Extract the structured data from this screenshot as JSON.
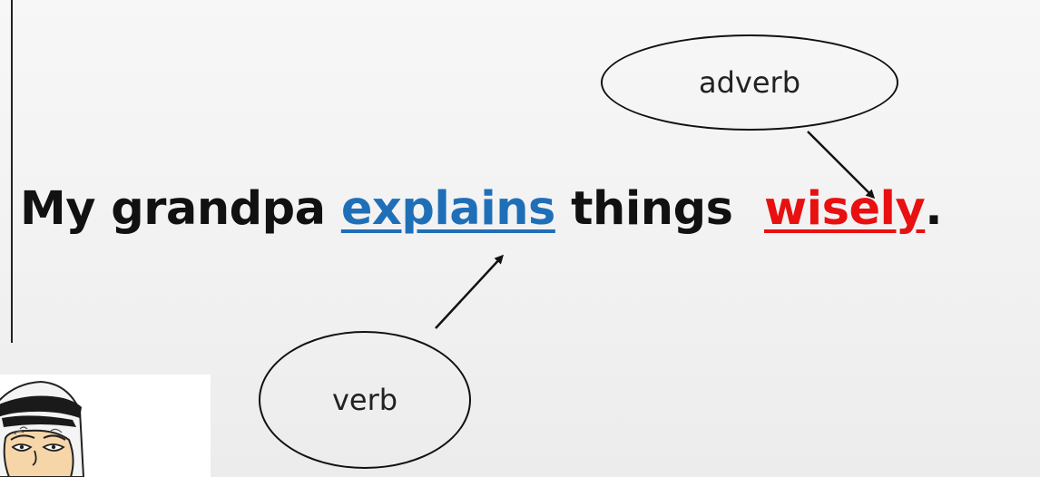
{
  "sentence": {
    "w1": "My grandpa",
    "verb": "explains",
    "w3": "things",
    "adverb": "wisely",
    "period": "."
  },
  "labels": {
    "adverb": "adverb",
    "verb": "verb"
  },
  "colors": {
    "verb": "#1f6fb8",
    "adverb": "#e81010",
    "text": "#111111"
  },
  "illustration": {
    "icon": "grandpa-cartoon-icon"
  }
}
